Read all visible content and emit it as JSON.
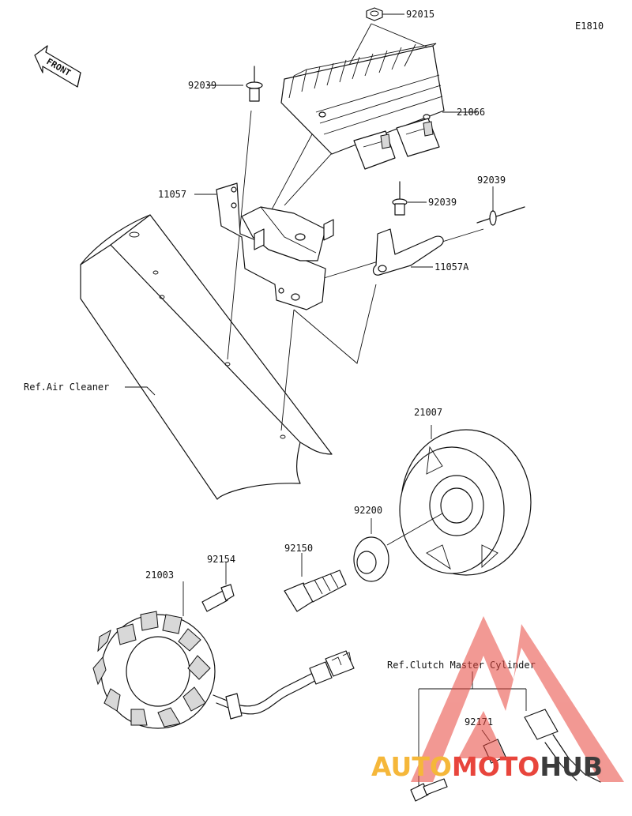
{
  "diagram_id": "E1810",
  "front_label": "FRONT",
  "parts": {
    "p92015": "92015",
    "p92039_left": "92039",
    "p21066": "21066",
    "p11057": "11057",
    "p92039_mid": "92039",
    "p92039_right": "92039",
    "p11057A": "11057A",
    "p21007": "21007",
    "p92200": "92200",
    "p92150": "92150",
    "p92154": "92154",
    "p21003": "21003",
    "p92171": "92171"
  },
  "refs": {
    "air_cleaner": "Ref.Air Cleaner",
    "clutch_master": "Ref.Clutch Master Cylinder"
  },
  "watermark": {
    "part1": "AUTO",
    "part2": "MOTO",
    "part3": "HUB",
    "color_orange": "#f5b73a",
    "color_red": "#e8453c",
    "color_dark": "#3b3b3b"
  }
}
